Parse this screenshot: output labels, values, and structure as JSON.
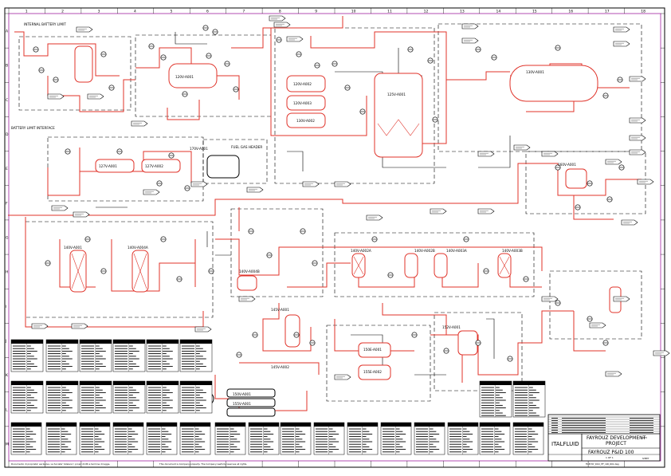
{
  "grid": {
    "columns": [
      "1",
      "2",
      "3",
      "4",
      "5",
      "6",
      "7",
      "8",
      "9",
      "10",
      "11",
      "12",
      "13",
      "14",
      "15",
      "16",
      "17",
      "18"
    ],
    "rows": [
      "A",
      "B",
      "C",
      "D",
      "E",
      "F",
      "G",
      "H",
      "I",
      "J",
      "K",
      "L",
      "M"
    ]
  },
  "labels": {
    "internal_battery_limit": "INTERNAL BATTERY LIMIT",
    "battery_limit_interface": "BATTERY LIMIT INTERFACE",
    "fuel_gas_header": "FUEL GAS HEADER",
    "vessels": {
      "v1": "120V-A001",
      "v2": "120V-A002",
      "v3": "120V-A003",
      "v4": "127V-A001",
      "v5": "127V-A002",
      "v6": "170V-A001",
      "v7": "125V-A001",
      "v8": "130V-A001",
      "v9": "130V-A002",
      "v10": "140V-A002A",
      "v11": "140V-A001",
      "v12": "145V-A001",
      "v13": "145V-A002",
      "v14": "150E-A001",
      "v15": "155E-A002",
      "v16": "160V-A001",
      "v17": "150V-A001",
      "v18": "155V-A001",
      "v19": "140V-A002B",
      "v20": "140V-A003A",
      "v21": "140V-A003B",
      "v22": "140V-A004A",
      "v23": "140V-A004B",
      "v24": "152V-A001"
    },
    "offsheet": "SEE DWG"
  },
  "title_block": {
    "company": "ITALFLUID",
    "project_line1": "FAYROUZ DEVELOPMENT",
    "project_line2": "PROJECT",
    "drawing_title": "FAYROUZ P&ID 100",
    "rev_label": "REV",
    "sheet_label": "SHEET",
    "sheet_value": "1 OF 1",
    "file_ref": "FILE:FAY_ROU_ITF_100_R01.dwg"
  },
  "footer": {
    "note_left": "Documento di proprieta' esclusiva. La Societa' tutelera' i propri diritti a termine di legge.",
    "note_right": "This document is Company property. The Company lawfully reserves all rights."
  }
}
